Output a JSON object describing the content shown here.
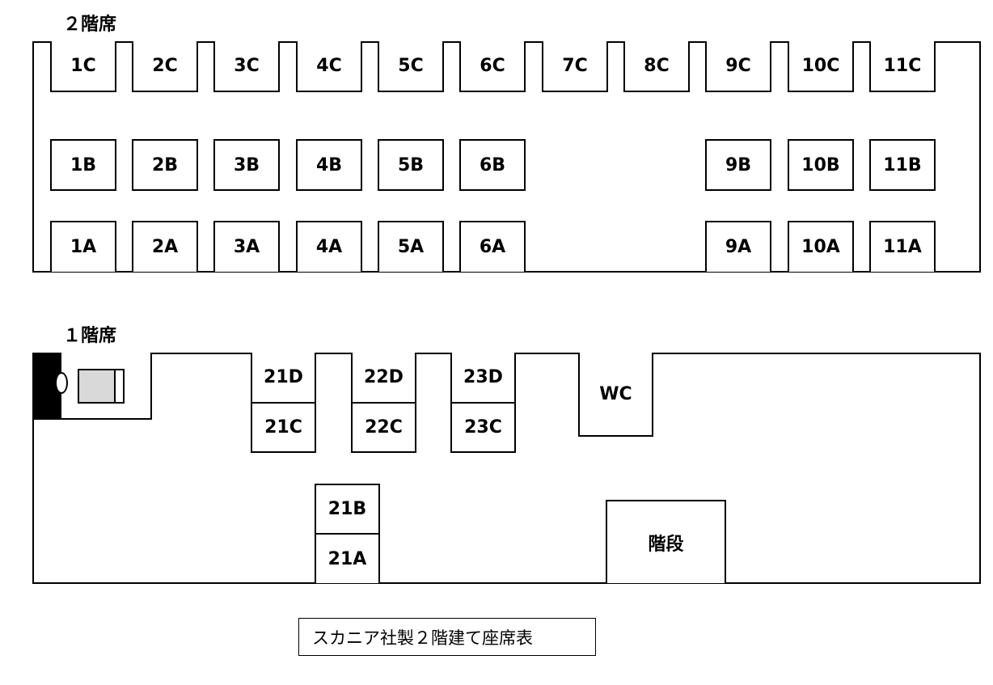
{
  "upper_deck": {
    "label": "２階席",
    "row_c": [
      "1C",
      "2C",
      "3C",
      "4C",
      "5C",
      "6C",
      "7C",
      "8C",
      "9C",
      "10C",
      "11C"
    ],
    "row_b": [
      "1B",
      "2B",
      "3B",
      "4B",
      "5B",
      "6B",
      "9B",
      "10B",
      "11B"
    ],
    "row_a": [
      "1A",
      "2A",
      "3A",
      "4A",
      "5A",
      "6A",
      "9A",
      "10A",
      "11A"
    ]
  },
  "lower_deck": {
    "label": "１階席",
    "seats_d": [
      "21D",
      "22D",
      "23D"
    ],
    "seats_c": [
      "21C",
      "22C",
      "23C"
    ],
    "seat_21b": "21B",
    "seat_21a": "21A",
    "wc": "WC",
    "stairs": "階段"
  },
  "caption": "スカニア社製２階建て座席表"
}
